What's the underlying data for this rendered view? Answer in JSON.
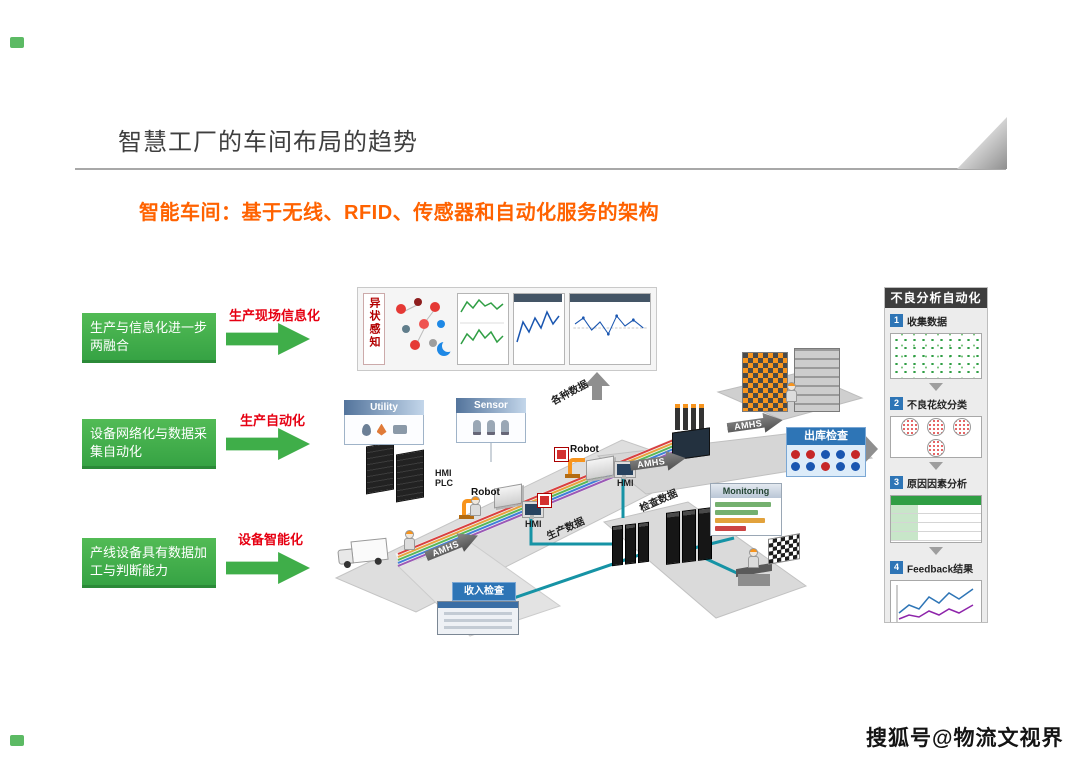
{
  "meta": {
    "watermark": "搜狐号@物流文视界"
  },
  "header": {
    "title": "智慧工厂的车间布局的趋势",
    "subtitle": "智能车间：基于无线、RFID、传感器和自动化服务的架构"
  },
  "left_panel": {
    "items": [
      {
        "label": "生产与信息化进一步两融合",
        "arrow_label": "生产现场信息化"
      },
      {
        "label": "设备网络化与数据采集自动化",
        "arrow_label": "生产自动化"
      },
      {
        "label": "产线设备具有数据加工与判断能力",
        "arrow_label": "设备智能化"
      }
    ]
  },
  "diagram": {
    "abnormal_label": "异状感知",
    "various_data_label": "各种数据",
    "utility_title": "Utility",
    "sensor_title": "Sensor",
    "robot_label": "Robot",
    "hmi_label": "HMI",
    "plc_label": "PLC",
    "amhs_label": "AMHS",
    "outbound_title": "出库检查",
    "monitoring_title": "Monitoring",
    "incoming_title": "收入检查",
    "production_data_label": "生产数据",
    "inspection_data_label": "检查数据",
    "outbound_dots": [
      [
        "red",
        "red",
        "blue",
        "blue",
        "red"
      ],
      [
        "blue",
        "blue",
        "red",
        "blue",
        "blue"
      ]
    ]
  },
  "right_panel": {
    "title": "不良分析自动化",
    "steps": [
      {
        "num": "1",
        "label": "收集数据"
      },
      {
        "num": "2",
        "label": "不良花纹分类"
      },
      {
        "num": "3",
        "label": "原因因素分析"
      },
      {
        "num": "4",
        "label": "Feedback结果"
      }
    ]
  },
  "colors": {
    "accent_green": "#3fae49",
    "accent_orange": "#ff6200",
    "label_red": "#e60012",
    "header_blue": "#2e75b6",
    "teal": "#1693a5",
    "dot_red": "#c62828",
    "dot_blue": "#1a56b0"
  }
}
